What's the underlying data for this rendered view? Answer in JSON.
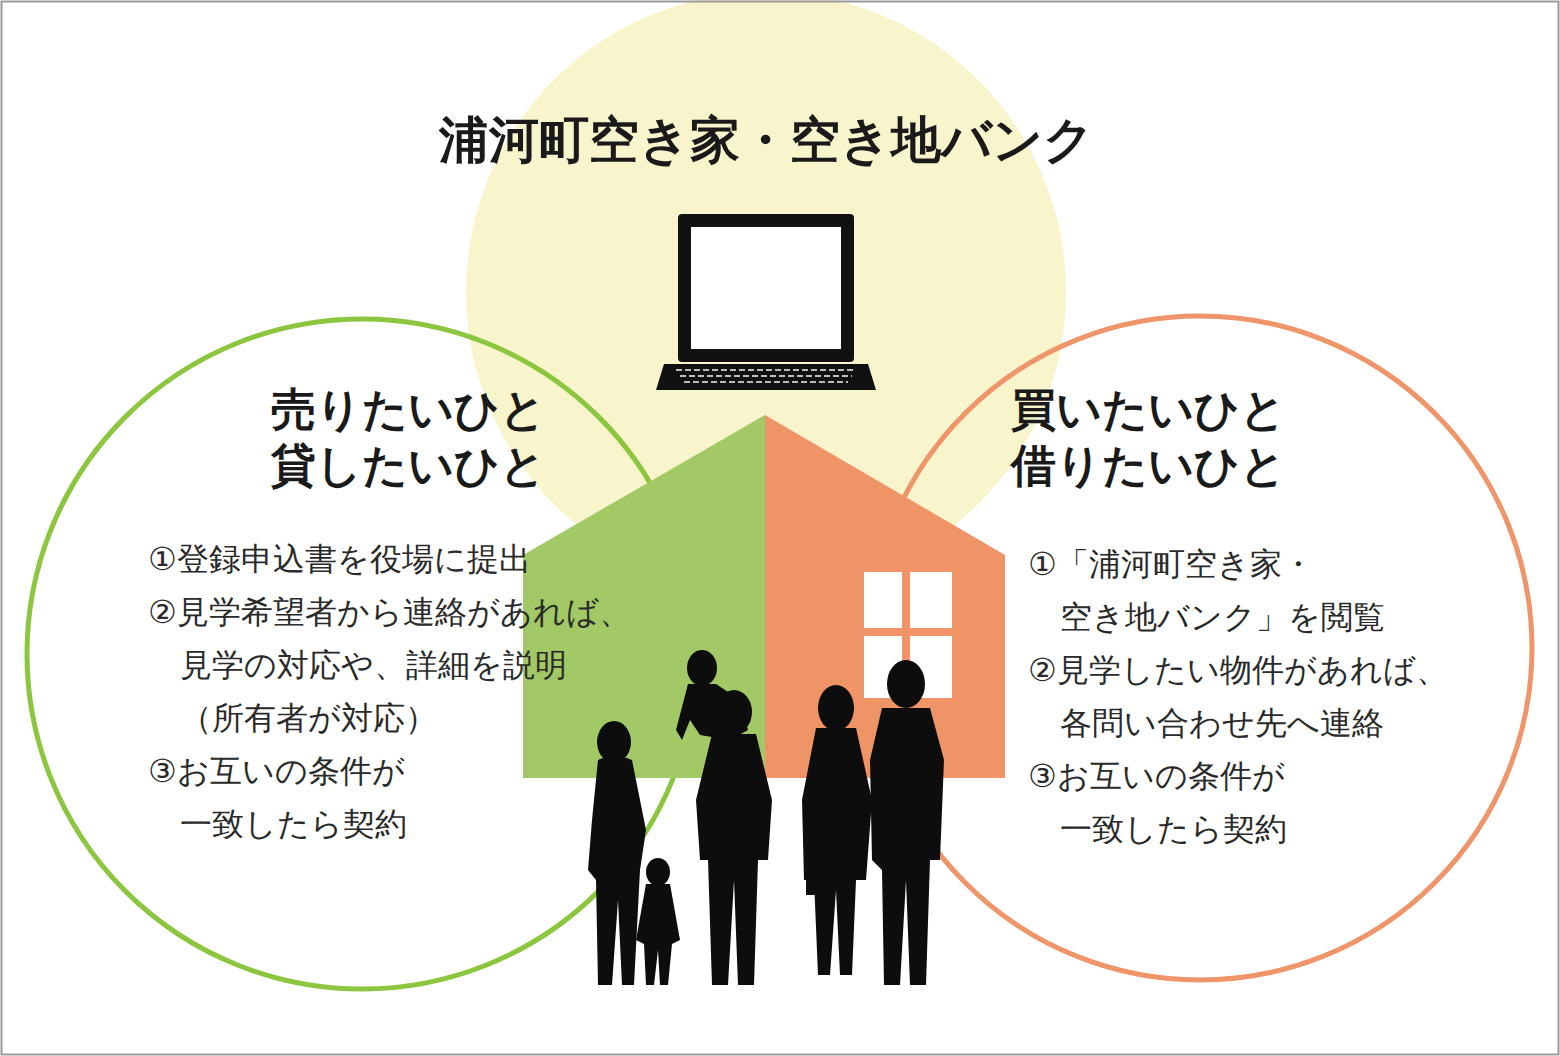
{
  "diagram": {
    "title": "浦河町空き家・空き地バンク",
    "nodes": [
      {
        "text": [
          "売りたいひと 貸したいひと",
          "①登録申込書を役場に提出",
          "②見学希望者から連絡があれば、 見学の対応や、詳細を説明 （所有者が対応）",
          "③お互いの条件が 一致したら契約"
        ]
      },
      {
        "text": [
          "買いたいひと 借りたいひと",
          "①「浦河町空き家・ 空き地バンク」を閲覧",
          "②見学したい物件があれば、 各問い合わせ先へ連絡",
          "③お互いの条件が 一致したら契約"
        ]
      }
    ]
  }
}
